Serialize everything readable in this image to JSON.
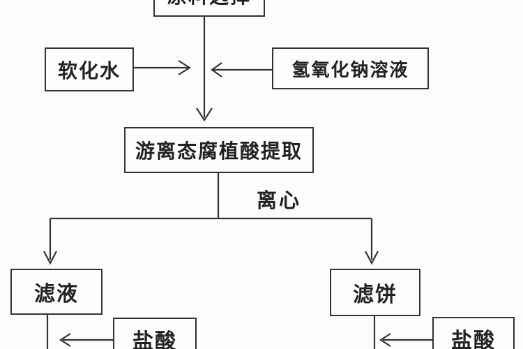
{
  "diagram": {
    "title_context": "free humic acid extraction flowchart",
    "colors": {
      "background": "#fcfcfb",
      "line": "#333333",
      "text": "#222222"
    },
    "nodes": {
      "top": {
        "label": "原料选择"
      },
      "soft_water": {
        "label": "软化水"
      },
      "naoh": {
        "label": "氢氧化钠溶液"
      },
      "extraction": {
        "label": "游离态腐植酸提取"
      },
      "filtrate": {
        "label": "滤液"
      },
      "filter_cake": {
        "label": "滤饼"
      },
      "hcl_left": {
        "label": "盐酸"
      },
      "hcl_right": {
        "label": "盐酸"
      }
    },
    "edge_labels": {
      "centrifuge": "离心"
    },
    "edges": [
      "top -> extraction",
      "soft_water -> main line",
      "naoh -> main line",
      "extraction -> (离心) -> filtrate",
      "extraction -> (离心) -> filter_cake",
      "hcl_left -> filtrate outlet",
      "hcl_right -> filter_cake outlet"
    ]
  }
}
